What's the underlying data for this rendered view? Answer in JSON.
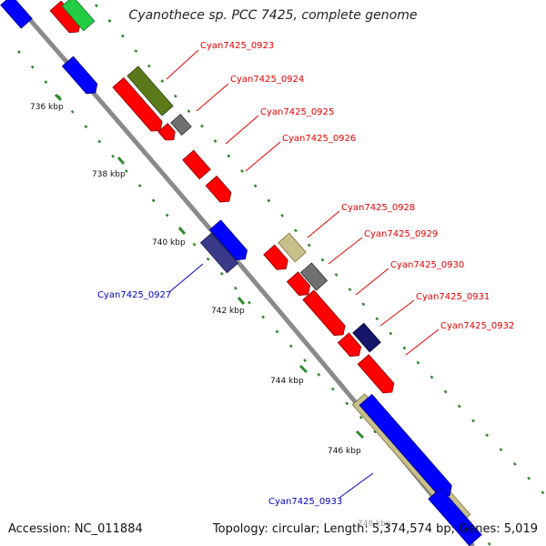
{
  "title": "Cyanothece sp. PCC 7425, complete genome",
  "footer": {
    "accession": "Accession: NC_011884",
    "topology": "Topology: circular; Length: 5,374,574 bp; Genes: 5,019"
  },
  "colors": {
    "backbone": "#8c8c8c",
    "tick": "#2e8b2e",
    "label_forward": "#e60000",
    "label_reverse": "#0000c8",
    "gene_red": "#ff0000",
    "gene_blue": "#0000ff",
    "gene_green": "#22cc44",
    "gene_olive": "#5a7a1a",
    "gene_gray": "#707070",
    "gene_khaki": "#c8c08a",
    "gene_navy": "#3a3a8a",
    "gene_darknavy": "#15156a"
  },
  "scale": {
    "labels": [
      "736 kbp",
      "738 kbp",
      "740 kbp",
      "742 kbp",
      "744 kbp",
      "746 kbp",
      "748 kbp"
    ]
  },
  "gene_labels": {
    "forward": [
      "Cyan7425_0923",
      "Cyan7425_0924",
      "Cyan7425_0925",
      "Cyan7425_0926",
      "Cyan7425_0928",
      "Cyan7425_0929",
      "Cyan7425_0930",
      "Cyan7425_0931",
      "Cyan7425_0932"
    ],
    "reverse": [
      "Cyan7425_0927",
      "Cyan7425_0933"
    ]
  }
}
